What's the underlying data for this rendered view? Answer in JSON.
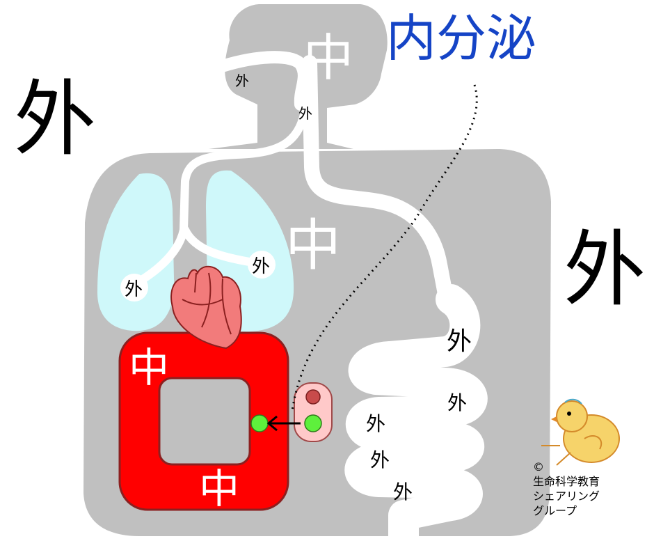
{
  "title": "内分泌",
  "labels": {
    "outside_left": "外",
    "outside_right": "外",
    "inside_head": "中",
    "inside_torso": "中",
    "inside_blood_top": "中",
    "inside_blood_bottom": "中",
    "lumen_nasal": "外",
    "lumen_throat": "外",
    "lumen_lung_left": "外",
    "lumen_lung_right": "外",
    "lumen_stomach": "外",
    "lumen_gut_1": "外",
    "lumen_gut_2": "外",
    "lumen_gut_3": "外",
    "lumen_gut_4": "外"
  },
  "credit": {
    "copyright": "©",
    "line1": "生命科学教育",
    "line2": "シェアリング",
    "line3": "グループ"
  },
  "colors": {
    "body": "#c0c0c0",
    "lung": "#cff8fa",
    "blood": "#ff0000",
    "heart": "#f27b7b",
    "cell": "#ffc9c9",
    "green_dot": "#5ef03c",
    "red_dot": "#c84b4b",
    "title": "#1544c6"
  },
  "icons": [
    "heart-icon",
    "chick-icon"
  ]
}
